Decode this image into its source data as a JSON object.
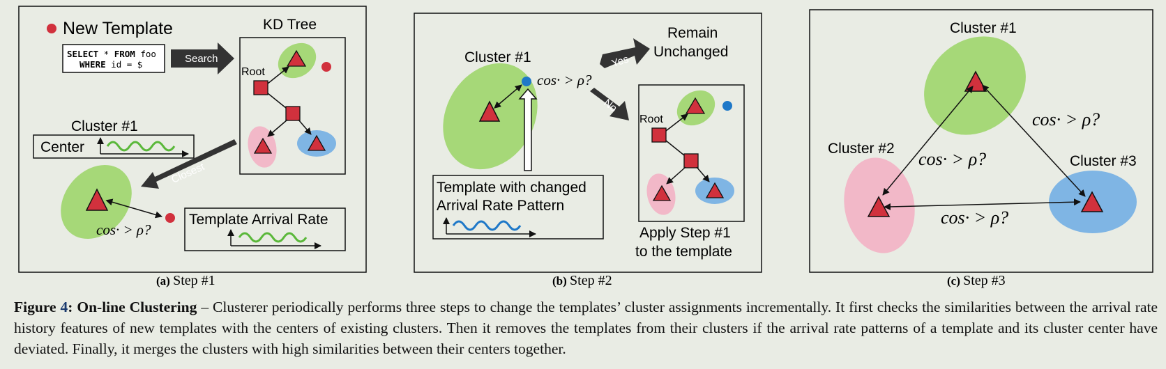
{
  "colors": {
    "green": "#a6d878",
    "pink": "#f2b8c8",
    "blue": "#7fb5e4",
    "red": "#d1313d",
    "dark": "#333333",
    "dot_blue": "#1e78c8",
    "wave_green": "#5ab83a",
    "wave_blue": "#1e78c8"
  },
  "panel_a": {
    "new_template": "New Template",
    "sql_line1_kw": "SELECT",
    "sql_line1_rest": " * ",
    "sql_line1_kw2": "FROM",
    "sql_line1_end": " foo",
    "sql_line2_kw": "WHERE",
    "sql_line2_rest": " id = $",
    "search": "Search",
    "kd_tree": "KD Tree",
    "root": "Root",
    "cluster": "Cluster #1",
    "center": "Center",
    "closest": "Closest",
    "cos": "cos· > ρ?",
    "arrival_rate": "Template Arrival Rate",
    "sublabel_letter": "(a)",
    "sublabel": "Step #1"
  },
  "panel_b": {
    "cluster": "Cluster #1",
    "cos": "cos· > ρ?",
    "yes": "Yes",
    "no": "No",
    "remain1": "Remain",
    "remain2": "Unchanged",
    "root": "Root",
    "changed1": "Template with changed",
    "changed2": "Arrival Rate Pattern",
    "apply1": "Apply Step #1",
    "apply2": "to the template",
    "sublabel_letter": "(b)",
    "sublabel": "Step #2"
  },
  "panel_c": {
    "cluster1": "Cluster #1",
    "cluster2": "Cluster #2",
    "cluster3": "Cluster #3",
    "cos": "cos· > ρ?",
    "sublabel_letter": "(c)",
    "sublabel": "Step #3"
  },
  "caption": {
    "fig_label": "Figure ",
    "fig_num": "4",
    "fig_colon": ":",
    "fig_title": " On-line Clustering",
    "text": " – Clusterer periodically performs three steps to change the templates’ cluster assignments incrementally. It first checks the similarities between the arrival rate history features of new templates with the centers of existing clusters. Then it removes the templates from their clusters if the arrival rate patterns of a template and its cluster center have deviated. Finally, it merges the clusters with high similarities between their centers together."
  }
}
